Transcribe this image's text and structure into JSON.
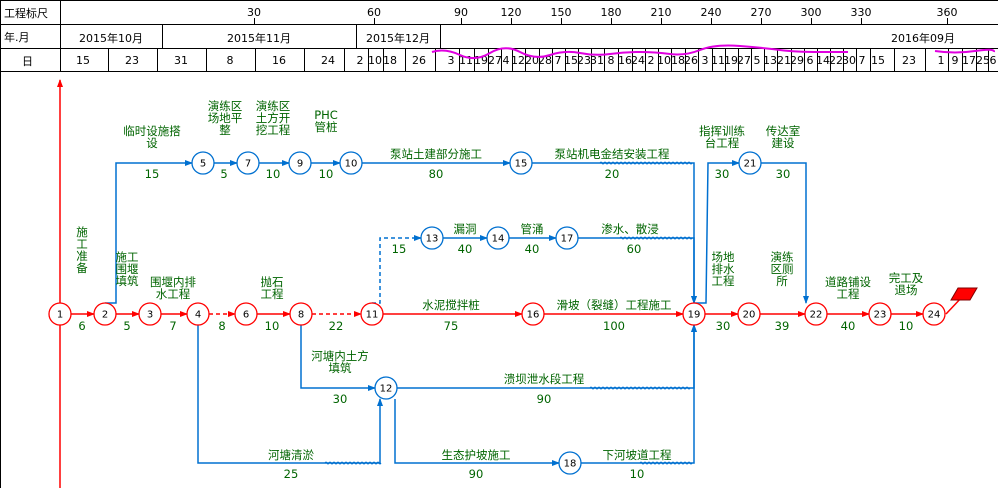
{
  "header": {
    "row_labels": {
      "scale": "工程标尺",
      "month": "年.月",
      "day": "日"
    },
    "scale_ticks": [
      "30",
      "60",
      "90",
      "120",
      "150",
      "180",
      "210",
      "240",
      "270",
      "300",
      "330",
      "360"
    ],
    "months": [
      "2015年10月",
      "2015年11月",
      "2015年12月",
      "2016年09月"
    ],
    "days": [
      "15",
      "23",
      "31",
      "8",
      "16",
      "24",
      "2",
      "10",
      "18",
      "26",
      "3",
      "11",
      "19",
      "27",
      "4",
      "12",
      "20",
      "28",
      "7",
      "15",
      "23",
      "31",
      "8",
      "16",
      "24",
      "2",
      "10",
      "18",
      "26",
      "3",
      "11",
      "19",
      "27",
      "5",
      "13",
      "21",
      "29",
      "6",
      "14",
      "22",
      "30",
      "7",
      "15",
      "23",
      "1",
      "9",
      "17",
      "25",
      "6"
    ]
  },
  "diagram": {
    "colors": {
      "critical": "#ff0000",
      "normal": "#0070d0",
      "text": "#006400",
      "node_fill": "#ffffff"
    },
    "nodes": [
      "1",
      "2",
      "3",
      "4",
      "5",
      "6",
      "7",
      "8",
      "9",
      "10",
      "11",
      "12",
      "13",
      "14",
      "15",
      "16",
      "17",
      "18",
      "19",
      "20",
      "21",
      "22",
      "23",
      "24"
    ],
    "activities": [
      {
        "name": "施工准备",
        "duration": "6"
      },
      {
        "name": "施工围堰填筑",
        "duration": "5"
      },
      {
        "name": "围堰内排水工程",
        "duration": "7"
      },
      {
        "name": "",
        "duration": "8"
      },
      {
        "name": "抛石工程",
        "duration": "10"
      },
      {
        "name": "",
        "duration": "22"
      },
      {
        "name": "水泥搅拌桩",
        "duration": "75"
      },
      {
        "name": "滑坡（裂缝）工程施工",
        "duration": "100"
      },
      {
        "name": "场地排水工程",
        "duration": "30"
      },
      {
        "name": "演练区厕所",
        "duration": "39"
      },
      {
        "name": "道路铺设工程",
        "duration": "40"
      },
      {
        "name": "完工及退场",
        "duration": "10"
      },
      {
        "name": "临时设施搭设",
        "duration": "15"
      },
      {
        "name": "演练区场地平整",
        "duration": "5"
      },
      {
        "name": "演练区土方开挖工程",
        "duration": "10"
      },
      {
        "name": "PHC管桩",
        "duration": "10"
      },
      {
        "name": "泵站土建部分施工",
        "duration": "80"
      },
      {
        "name": "泵站机电金结安装工程",
        "duration": "20"
      },
      {
        "name": "",
        "duration": "15"
      },
      {
        "name": "漏洞",
        "duration": "40"
      },
      {
        "name": "管涌",
        "duration": "40"
      },
      {
        "name": "渗水、散浸",
        "duration": "60"
      },
      {
        "name": "河塘内土方填筑",
        "duration": "30"
      },
      {
        "name": "溃坝泄水段工程",
        "duration": "90"
      },
      {
        "name": "河塘清淤",
        "duration": "25"
      },
      {
        "name": "生态护坡施工",
        "duration": "90"
      },
      {
        "name": "下河坡道工程",
        "duration": "10"
      },
      {
        "name": "指挥训练台工程",
        "duration": "30"
      },
      {
        "name": "传达室建设",
        "duration": "30"
      }
    ]
  }
}
